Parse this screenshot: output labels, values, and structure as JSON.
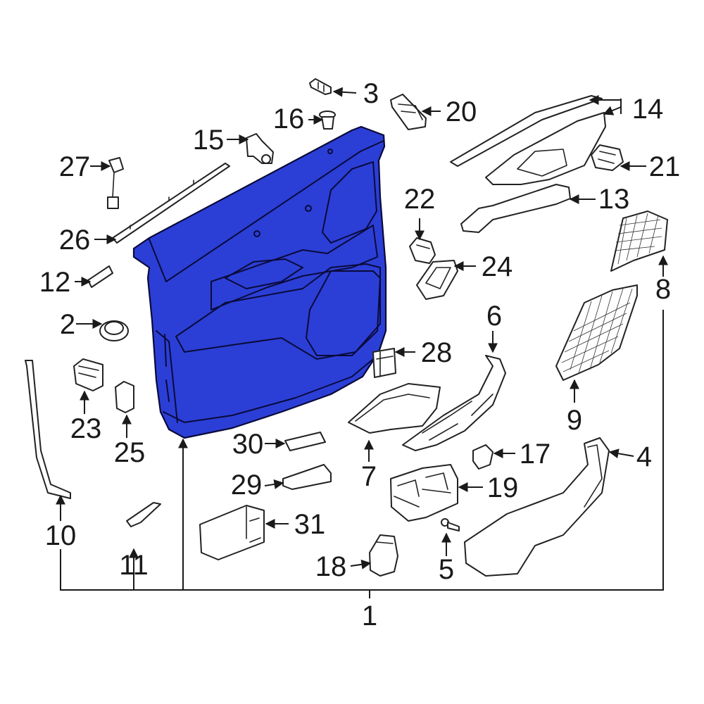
{
  "colors": {
    "highlight": "#2b3fd6",
    "line": "#222222",
    "background": "#ffffff"
  },
  "diagram": {
    "callouts": [
      {
        "id": "1",
        "label": "1"
      },
      {
        "id": "2",
        "label": "2"
      },
      {
        "id": "3",
        "label": "3"
      },
      {
        "id": "4",
        "label": "4"
      },
      {
        "id": "5",
        "label": "5"
      },
      {
        "id": "6",
        "label": "6"
      },
      {
        "id": "7",
        "label": "7"
      },
      {
        "id": "8",
        "label": "8"
      },
      {
        "id": "9",
        "label": "9"
      },
      {
        "id": "10",
        "label": "10"
      },
      {
        "id": "11",
        "label": "11"
      },
      {
        "id": "12",
        "label": "12"
      },
      {
        "id": "13",
        "label": "13"
      },
      {
        "id": "14",
        "label": "14"
      },
      {
        "id": "15",
        "label": "15"
      },
      {
        "id": "16",
        "label": "16"
      },
      {
        "id": "17",
        "label": "17"
      },
      {
        "id": "18",
        "label": "18"
      },
      {
        "id": "19",
        "label": "19"
      },
      {
        "id": "20",
        "label": "20"
      },
      {
        "id": "21",
        "label": "21"
      },
      {
        "id": "22",
        "label": "22"
      },
      {
        "id": "23",
        "label": "23"
      },
      {
        "id": "24",
        "label": "24"
      },
      {
        "id": "25",
        "label": "25"
      },
      {
        "id": "26",
        "label": "26"
      },
      {
        "id": "27",
        "label": "27"
      },
      {
        "id": "28",
        "label": "28"
      },
      {
        "id": "29",
        "label": "29"
      },
      {
        "id": "30",
        "label": "30"
      },
      {
        "id": "31",
        "label": "31"
      }
    ]
  }
}
